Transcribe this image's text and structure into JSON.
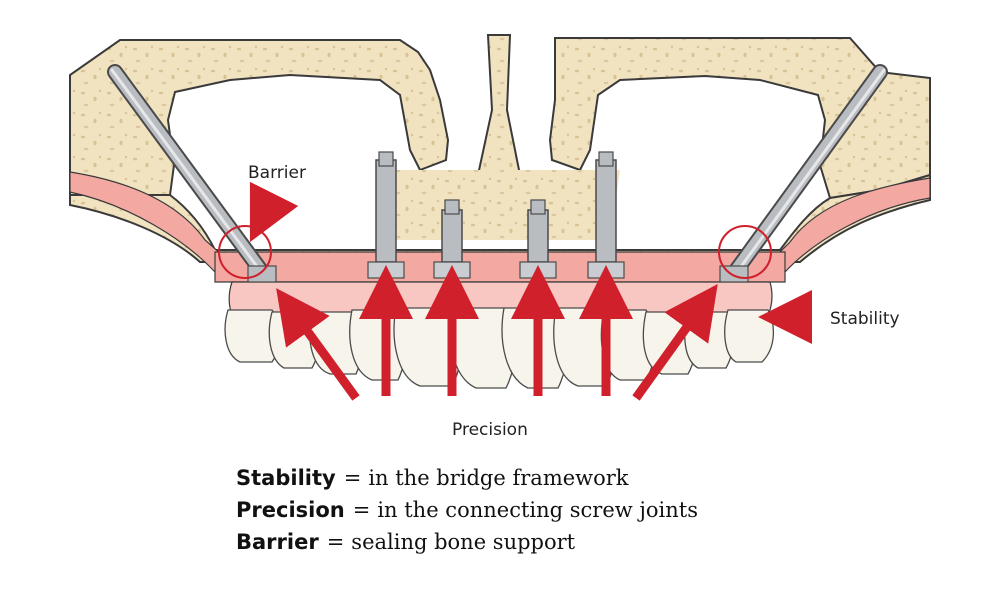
{
  "diagram": {
    "labels": {
      "barrier": "Barrier",
      "stability": "Stability",
      "precision": "Precision"
    }
  },
  "legend": [
    {
      "term": "Stability",
      "equals": "=",
      "description": "in the bridge framework"
    },
    {
      "term": "Precision",
      "equals": "=",
      "description": "in the connecting screw joints"
    },
    {
      "term": "Barrier",
      "equals": "=",
      "description": "sealing bone support"
    }
  ],
  "colors": {
    "bone": "#f1e2c0",
    "bone_outline": "#3a3a3a",
    "gum": "#f3a9a2",
    "gum_light": "#f8c7c1",
    "implant": "#b9bcc0",
    "arrow": "#d0202c",
    "tooth": "#f7f4ec"
  }
}
